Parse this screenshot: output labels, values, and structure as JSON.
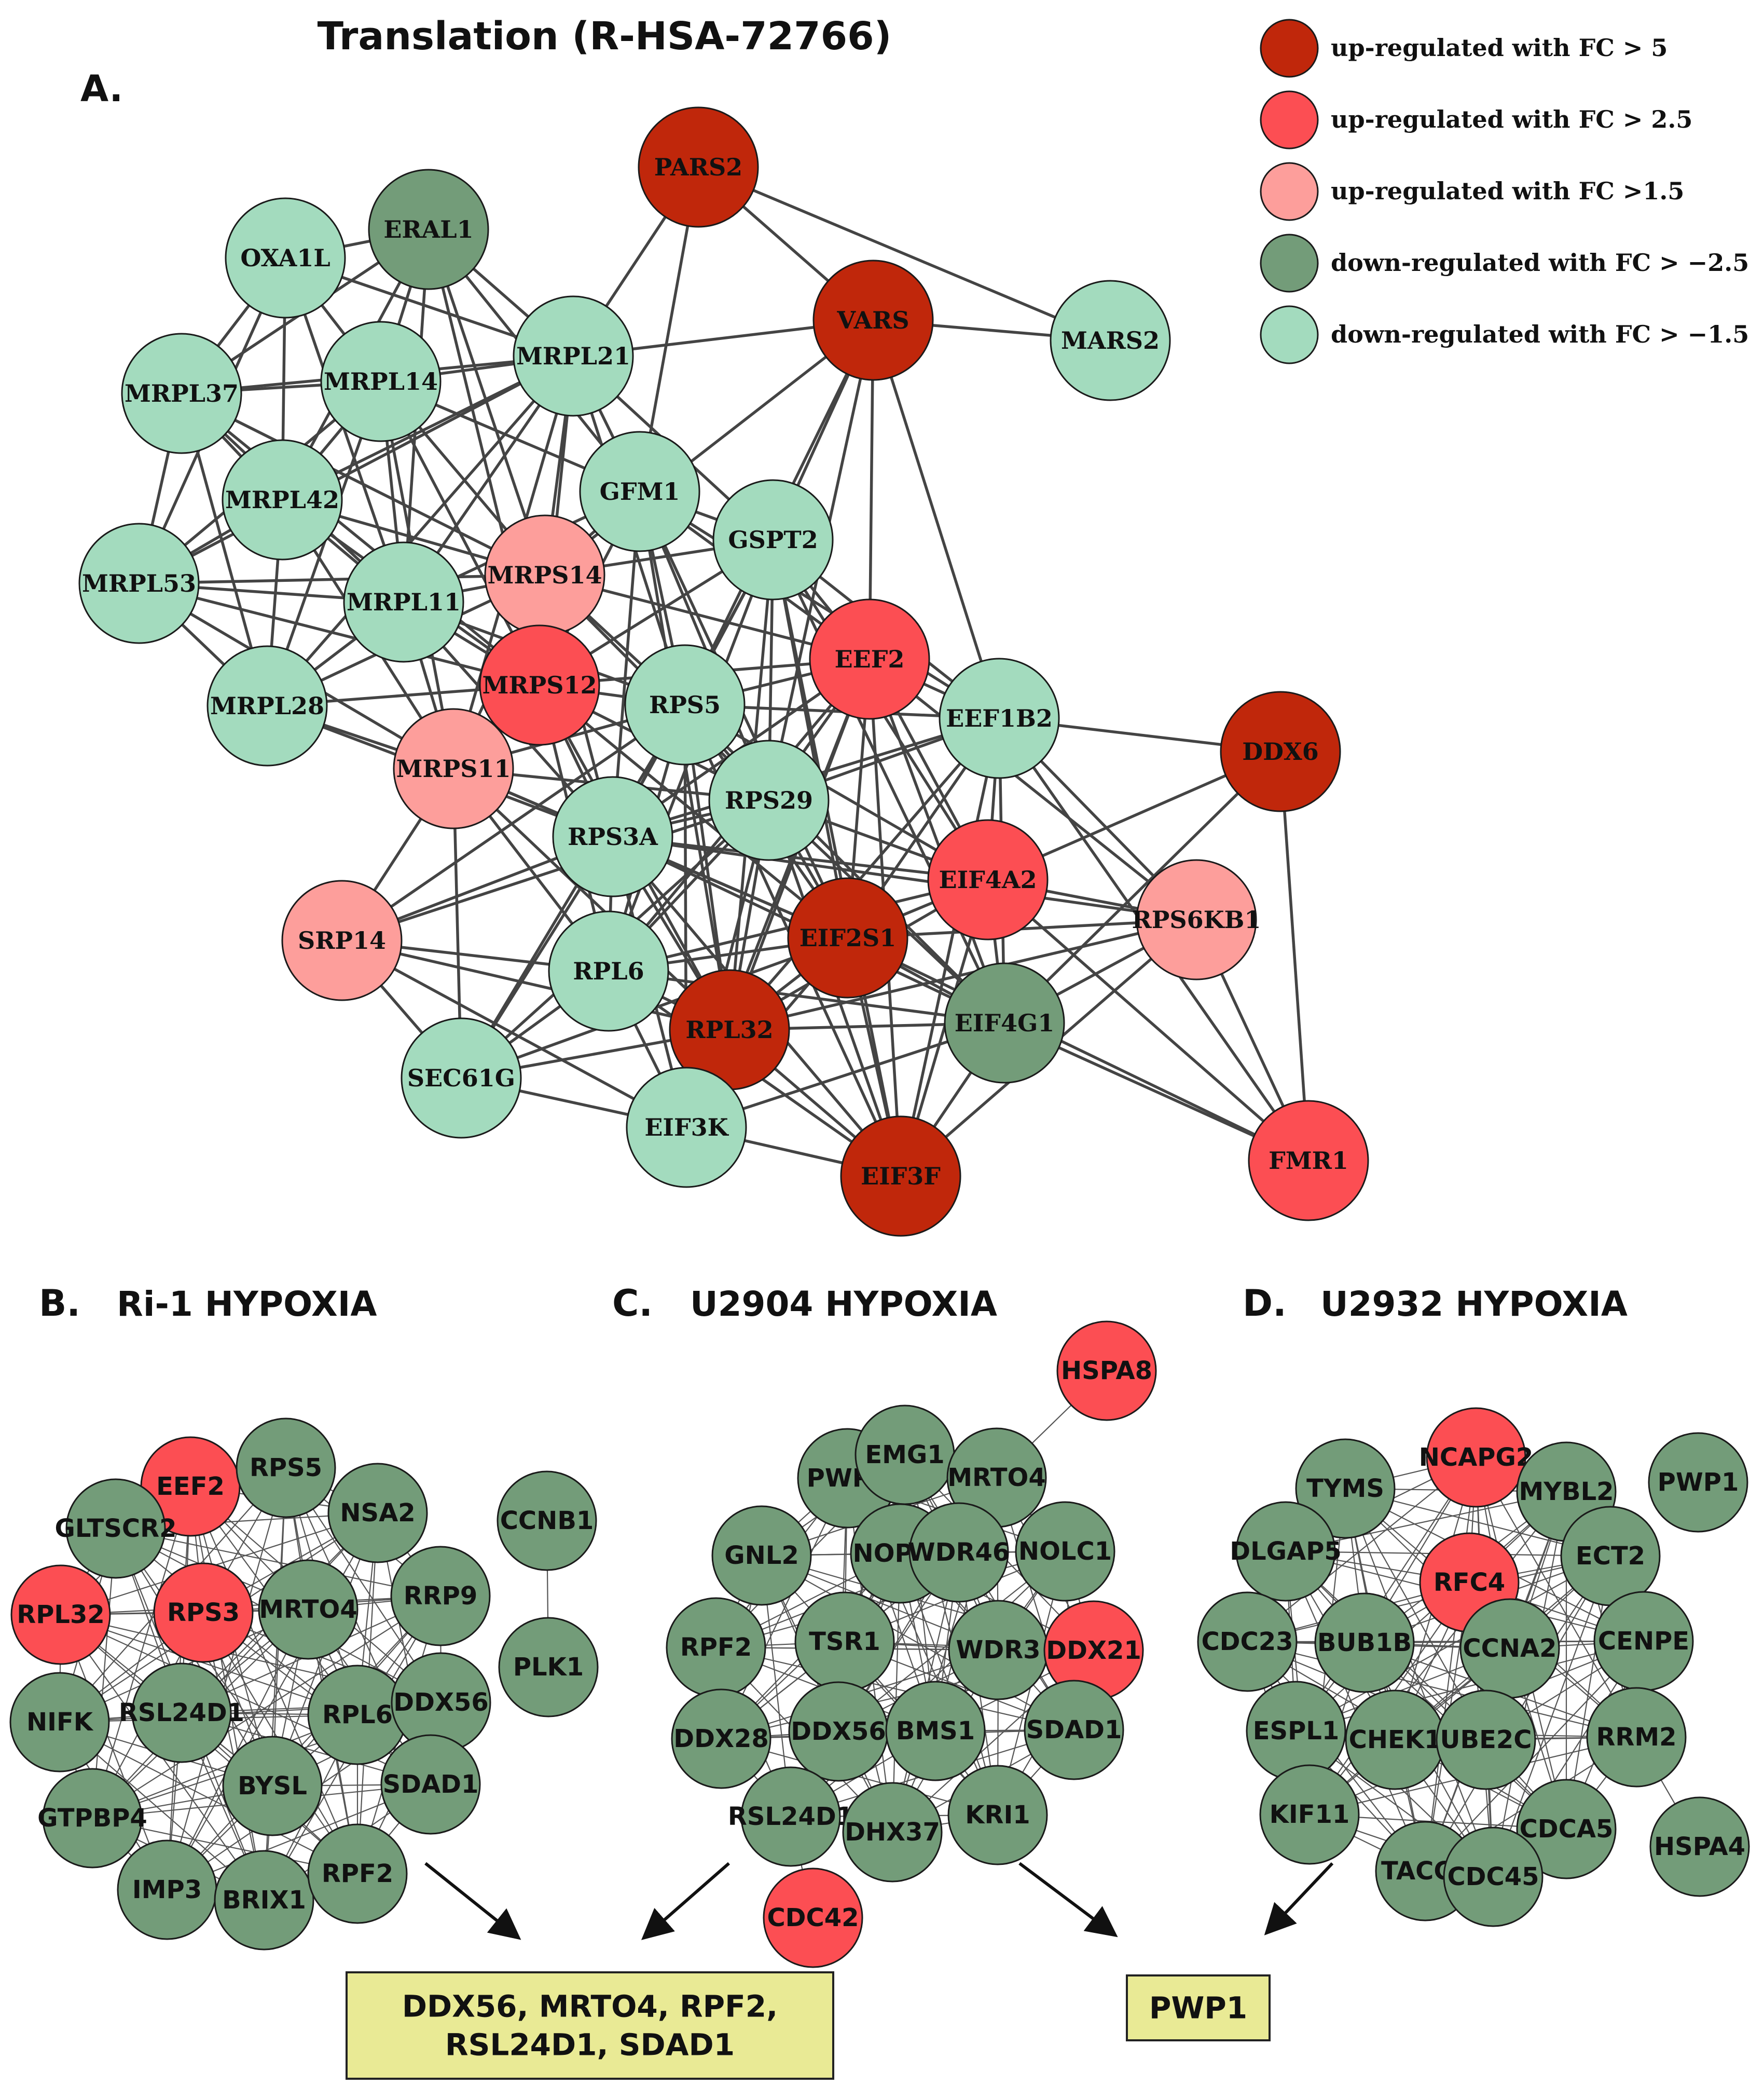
{
  "figure": {
    "title": "Translation (R-HSA-72766)",
    "colors": {
      "up5": "#c0270b",
      "up25": "#fc4e53",
      "up15": "#fd9e9b",
      "down25": "#739c79",
      "down15": "#a3dbbe"
    },
    "legend": [
      {
        "label": "up-regulated with FC > 5",
        "color_key": "up5"
      },
      {
        "label": "up-regulated with FC > 2.5",
        "color_key": "up25"
      },
      {
        "label": "up-regulated with FC >1.5",
        "color_key": "up15"
      },
      {
        "label": "down-regulated with FC > −2.5",
        "color_key": "down25"
      },
      {
        "label": "down-regulated with FC > −1.5",
        "color_key": "down15"
      }
    ],
    "panels": [
      {
        "id": "A",
        "letter": "A.",
        "title": ""
      },
      {
        "id": "B",
        "letter": "B.",
        "title": "Ri-1 HYPOXIA"
      },
      {
        "id": "C",
        "letter": "C.",
        "title": "U2904 HYPOXIA"
      },
      {
        "id": "D",
        "letter": "D.",
        "title": "U2932 HYPOXIA"
      }
    ],
    "networks": {
      "A": {
        "nodes": [
          {
            "id": "PARS2",
            "label": "PARS2",
            "color_key": "up5"
          },
          {
            "id": "VARS",
            "label": "VARS",
            "color_key": "up5"
          },
          {
            "id": "MARS2",
            "label": "MARS2",
            "color_key": "down15"
          },
          {
            "id": "ERAL1",
            "label": "ERAL1",
            "color_key": "down25"
          },
          {
            "id": "OXA1L",
            "label": "OXA1L",
            "color_key": "down15"
          },
          {
            "id": "MRPL21",
            "label": "MRPL21",
            "color_key": "down15"
          },
          {
            "id": "MRPL37",
            "label": "MRPL37",
            "color_key": "down15"
          },
          {
            "id": "MRPL14",
            "label": "MRPL14",
            "color_key": "down15"
          },
          {
            "id": "GFM1",
            "label": "GFM1",
            "color_key": "down15"
          },
          {
            "id": "MRPL42",
            "label": "MRPL42",
            "color_key": "down15"
          },
          {
            "id": "GSPT2",
            "label": "GSPT2",
            "color_key": "down15"
          },
          {
            "id": "MRPS14",
            "label": "MRPS14",
            "color_key": "up15"
          },
          {
            "id": "MRPL53",
            "label": "MRPL53",
            "color_key": "down15"
          },
          {
            "id": "MRPL11",
            "label": "MRPL11",
            "color_key": "down15"
          },
          {
            "id": "EEF2",
            "label": "EEF2",
            "color_key": "up25"
          },
          {
            "id": "MRPS12",
            "label": "MRPS12",
            "color_key": "up25"
          },
          {
            "id": "RPS5",
            "label": "RPS5",
            "color_key": "down15"
          },
          {
            "id": "MRPL28",
            "label": "MRPL28",
            "color_key": "down15"
          },
          {
            "id": "EEF1B2",
            "label": "EEF1B2",
            "color_key": "down15"
          },
          {
            "id": "DDX6",
            "label": "DDX6",
            "color_key": "up5"
          },
          {
            "id": "MRPS11",
            "label": "MRPS11",
            "color_key": "up15"
          },
          {
            "id": "RPS29",
            "label": "RPS29",
            "color_key": "down15"
          },
          {
            "id": "RPS3A",
            "label": "RPS3A",
            "color_key": "down15"
          },
          {
            "id": "EIF4A2",
            "label": "EIF4A2",
            "color_key": "up25"
          },
          {
            "id": "RPS6KB1",
            "label": "RPS6KB1",
            "color_key": "up15"
          },
          {
            "id": "SRP14",
            "label": "SRP14",
            "color_key": "up15"
          },
          {
            "id": "EIF2S1",
            "label": "EIF2S1",
            "color_key": "up5"
          },
          {
            "id": "RPL6",
            "label": "RPL6",
            "color_key": "down15"
          },
          {
            "id": "RPL32",
            "label": "RPL32",
            "color_key": "up5"
          },
          {
            "id": "EIF4G1",
            "label": "EIF4G1",
            "color_key": "down25"
          },
          {
            "id": "SEC61G",
            "label": "SEC61G",
            "color_key": "down15"
          },
          {
            "id": "EIF3K",
            "label": "EIF3K",
            "color_key": "down15"
          },
          {
            "id": "EIF3F",
            "label": "EIF3F",
            "color_key": "up5"
          },
          {
            "id": "FMR1",
            "label": "FMR1",
            "color_key": "up25"
          }
        ]
      },
      "B": {
        "nodes": [
          {
            "id": "EEF2",
            "label": "EEF2",
            "color_key": "up25"
          },
          {
            "id": "RPS5",
            "label": "RPS5",
            "color_key": "down25"
          },
          {
            "id": "GLTSCR2",
            "label": "GLTSCR2",
            "color_key": "down25"
          },
          {
            "id": "NSA2",
            "label": "NSA2",
            "color_key": "down25"
          },
          {
            "id": "CCNB1",
            "label": "CCNB1",
            "color_key": "down25"
          },
          {
            "id": "RRP9",
            "label": "RRP9",
            "color_key": "down25"
          },
          {
            "id": "RPL32",
            "label": "RPL32",
            "color_key": "up25"
          },
          {
            "id": "RPS3",
            "label": "RPS3",
            "color_key": "up25"
          },
          {
            "id": "MRTO4",
            "label": "MRTO4",
            "color_key": "down25"
          },
          {
            "id": "PLK1",
            "label": "PLK1",
            "color_key": "down25"
          },
          {
            "id": "NIFK",
            "label": "NIFK",
            "color_key": "down25"
          },
          {
            "id": "RSL24D1",
            "label": "RSL24D1",
            "color_key": "down25"
          },
          {
            "id": "RPL6",
            "label": "RPL6",
            "color_key": "down25"
          },
          {
            "id": "DDX56",
            "label": "DDX56",
            "color_key": "down25"
          },
          {
            "id": "BYSL",
            "label": "BYSL",
            "color_key": "down25"
          },
          {
            "id": "SDAD1",
            "label": "SDAD1",
            "color_key": "down25"
          },
          {
            "id": "GTPBP4",
            "label": "GTPBP4",
            "color_key": "down25"
          },
          {
            "id": "IMP3",
            "label": "IMP3",
            "color_key": "down25"
          },
          {
            "id": "BRIX1",
            "label": "BRIX1",
            "color_key": "down25"
          },
          {
            "id": "RPF2",
            "label": "RPF2",
            "color_key": "down25"
          }
        ]
      },
      "C": {
        "nodes": [
          {
            "id": "HSPA8",
            "label": "HSPA8",
            "color_key": "up25"
          },
          {
            "id": "PWP1",
            "label": "PWP1",
            "color_key": "down25"
          },
          {
            "id": "EMG1",
            "label": "EMG1",
            "color_key": "down25"
          },
          {
            "id": "MRTO4",
            "label": "MRTO4",
            "color_key": "down25"
          },
          {
            "id": "GNL2",
            "label": "GNL2",
            "color_key": "down25"
          },
          {
            "id": "NOP14",
            "label": "NOP14",
            "color_key": "down25"
          },
          {
            "id": "WDR46",
            "label": "WDR46",
            "color_key": "down25"
          },
          {
            "id": "NOLC1",
            "label": "NOLC1",
            "color_key": "down25"
          },
          {
            "id": "RPF2",
            "label": "RPF2",
            "color_key": "down25"
          },
          {
            "id": "TSR1",
            "label": "TSR1",
            "color_key": "down25"
          },
          {
            "id": "WDR3",
            "label": "WDR3",
            "color_key": "down25"
          },
          {
            "id": "DDX21",
            "label": "DDX21",
            "color_key": "up25"
          },
          {
            "id": "DDX28",
            "label": "DDX28",
            "color_key": "down25"
          },
          {
            "id": "DDX56",
            "label": "DDX56",
            "color_key": "down25"
          },
          {
            "id": "BMS1",
            "label": "BMS1",
            "color_key": "down25"
          },
          {
            "id": "SDAD1",
            "label": "SDAD1",
            "color_key": "down25"
          },
          {
            "id": "RSL24D1",
            "label": "RSL24D1",
            "color_key": "down25"
          },
          {
            "id": "DHX37",
            "label": "DHX37",
            "color_key": "down25"
          },
          {
            "id": "KRI1",
            "label": "KRI1",
            "color_key": "down25"
          },
          {
            "id": "CDC42",
            "label": "CDC42",
            "color_key": "up25"
          }
        ]
      },
      "D": {
        "nodes": [
          {
            "id": "NCAPG2",
            "label": "NCAPG2",
            "color_key": "up25"
          },
          {
            "id": "TYMS",
            "label": "TYMS",
            "color_key": "down25"
          },
          {
            "id": "MYBL2",
            "label": "MYBL2",
            "color_key": "down25"
          },
          {
            "id": "PWP1",
            "label": "PWP1",
            "color_key": "down25"
          },
          {
            "id": "DLGAP5",
            "label": "DLGAP5",
            "color_key": "down25"
          },
          {
            "id": "ECT2",
            "label": "ECT2",
            "color_key": "down25"
          },
          {
            "id": "RFC4",
            "label": "RFC4",
            "color_key": "up25"
          },
          {
            "id": "CDC23",
            "label": "CDC23",
            "color_key": "down25"
          },
          {
            "id": "BUB1B",
            "label": "BUB1B",
            "color_key": "down25"
          },
          {
            "id": "CCNA2",
            "label": "CCNA2",
            "color_key": "down25"
          },
          {
            "id": "CENPE",
            "label": "CENPE",
            "color_key": "down25"
          },
          {
            "id": "ESPL1",
            "label": "ESPL1",
            "color_key": "down25"
          },
          {
            "id": "CHEK1",
            "label": "CHEK1",
            "color_key": "down25"
          },
          {
            "id": "UBE2C",
            "label": "UBE2C",
            "color_key": "down25"
          },
          {
            "id": "RRM2",
            "label": "RRM2",
            "color_key": "down25"
          },
          {
            "id": "KIF11",
            "label": "KIF11",
            "color_key": "down25"
          },
          {
            "id": "CDCA5",
            "label": "CDCA5",
            "color_key": "down25"
          },
          {
            "id": "HSPA4",
            "label": "HSPA4",
            "color_key": "down25"
          },
          {
            "id": "TACC3",
            "label": "TACC3",
            "color_key": "down25"
          },
          {
            "id": "CDC45",
            "label": "CDC45",
            "color_key": "down25"
          }
        ]
      }
    },
    "results": [
      {
        "id": "shared_bc",
        "lines": [
          "DDX56, MRTO4, RPF2,",
          "RSL24D1, SDAD1"
        ]
      },
      {
        "id": "shared_cd",
        "lines": [
          "PWP1"
        ]
      }
    ]
  }
}
